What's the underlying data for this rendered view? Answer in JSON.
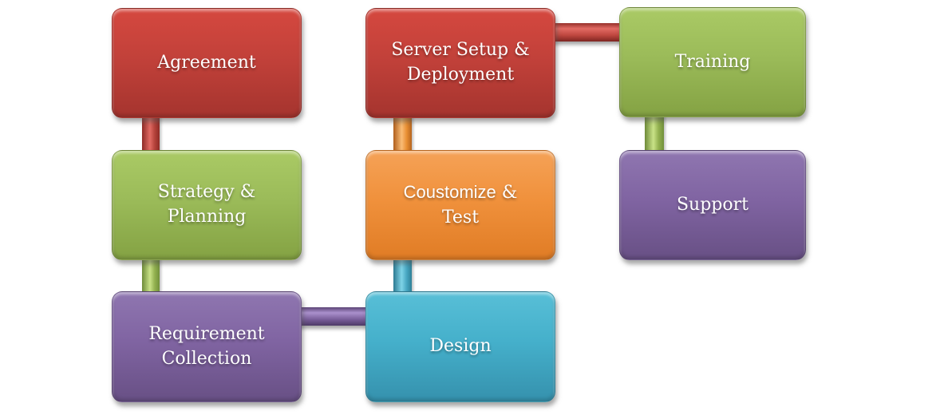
{
  "background_color": "#FFFFFF",
  "diagram": {
    "type": "flowchart",
    "title": "",
    "palette": {
      "red": "#C2413A",
      "green": "#9BBB59",
      "orange": "#F0913C",
      "purple": "#8064A2",
      "cyan": "#45B0CB",
      "text": "#FFFFFF"
    },
    "nodes": [
      {
        "id": "agreement",
        "label": "Agreement",
        "color_name": "red",
        "fill": "#C2413A",
        "row": 1,
        "col": 1
      },
      {
        "id": "server-setup-deployment",
        "label": "Server Setup & Deployment",
        "color_name": "red",
        "fill": "#C2413A",
        "row": 1,
        "col": 2
      },
      {
        "id": "training",
        "label": "Training",
        "color_name": "green",
        "fill": "#9BBB59",
        "row": 1,
        "col": 3
      },
      {
        "id": "strategy-planning",
        "label": "Strategy & Planning",
        "color_name": "green",
        "fill": "#9BBB59",
        "row": 2,
        "col": 1
      },
      {
        "id": "coustomize-test",
        "label": "Coustomize & Test",
        "label_sans": "Coustomize",
        "label_serif": "& Test",
        "color_name": "orange",
        "fill": "#F0913C",
        "row": 2,
        "col": 2
      },
      {
        "id": "support",
        "label": "Support",
        "color_name": "purple",
        "fill": "#8064A2",
        "row": 2,
        "col": 3
      },
      {
        "id": "requirement-collection",
        "label": "Requirement Collection",
        "color_name": "purple",
        "fill": "#8064A2",
        "row": 3,
        "col": 1
      },
      {
        "id": "design",
        "label": "Design",
        "color_name": "cyan",
        "fill": "#45B0CB",
        "row": 3,
        "col": 2
      }
    ],
    "connectors": [
      {
        "from": "agreement",
        "to": "strategy-planning",
        "orientation": "vertical",
        "color": "#C2413A"
      },
      {
        "from": "strategy-planning",
        "to": "requirement-collection",
        "orientation": "vertical",
        "color": "#9BBB59"
      },
      {
        "from": "requirement-collection",
        "to": "design",
        "orientation": "horizontal",
        "color": "#8064A2"
      },
      {
        "from": "design",
        "to": "coustomize-test",
        "orientation": "vertical",
        "color": "#45B0CB"
      },
      {
        "from": "coustomize-test",
        "to": "server-setup-deployment",
        "orientation": "vertical",
        "color": "#F0913C"
      },
      {
        "from": "server-setup-deployment",
        "to": "training",
        "orientation": "horizontal",
        "color": "#C2413A"
      },
      {
        "from": "training",
        "to": "support",
        "orientation": "vertical",
        "color": "#9BBB59"
      }
    ]
  }
}
